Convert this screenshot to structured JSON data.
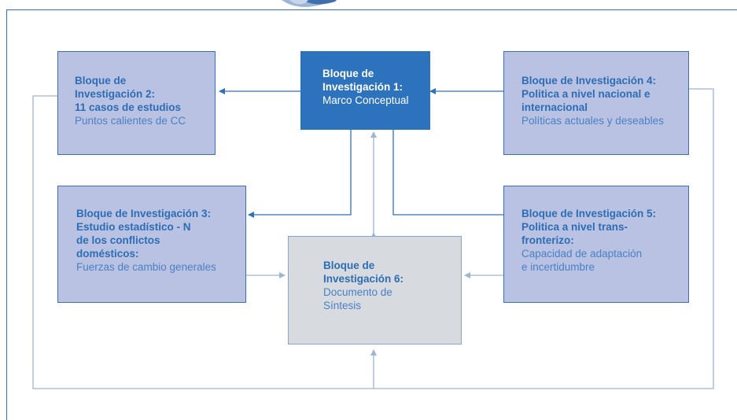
{
  "diagram": {
    "block1": {
      "title": "Bloque de\nInvestigación 1:",
      "subtitle": "Marco Conceptual"
    },
    "block2": {
      "title": "Bloque de\nInvestigación 2:\n11 casos de estudios",
      "subtitle": "Puntos calientes de CC"
    },
    "block3": {
      "title": "Bloque de Investigación 3:\nEstudio estadístico - N\nde los conflictos\ndomésticos:",
      "subtitle": "Fuerzas de cambio generales"
    },
    "block4": {
      "title": "Bloque de Investigación 4:\nPolitica a nivel nacional e\ninternacional",
      "subtitle": "Políticas actuales y deseables"
    },
    "block5": {
      "title": "Bloque de Investigación 5:\nPolitica a nivel trans-\nfronterizo:",
      "subtitle": "Capacidad de adaptación\ne incertidumbre"
    },
    "block6": {
      "title": "Bloque de\nInvestigación 6:",
      "subtitle": "Documento de\nSíntesis"
    }
  },
  "colors": {
    "primary_block": "#2d72bc",
    "secondary_block": "#b9c2e2",
    "synthesis_block": "#d7dadf",
    "connector": "#9fb4d6",
    "accent_line": "#2d72bc"
  }
}
